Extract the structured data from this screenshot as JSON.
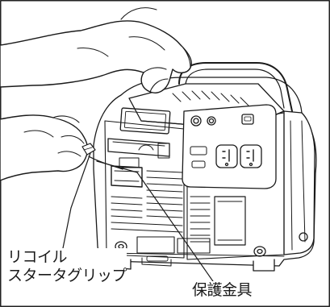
{
  "callouts": {
    "recoil_line1": "リコイル",
    "recoil_line2": "スタータグリップ",
    "guard": "保護金具"
  },
  "colors": {
    "ink": "#1a1a1a",
    "paper": "#ffffff",
    "frame": "#222222"
  }
}
